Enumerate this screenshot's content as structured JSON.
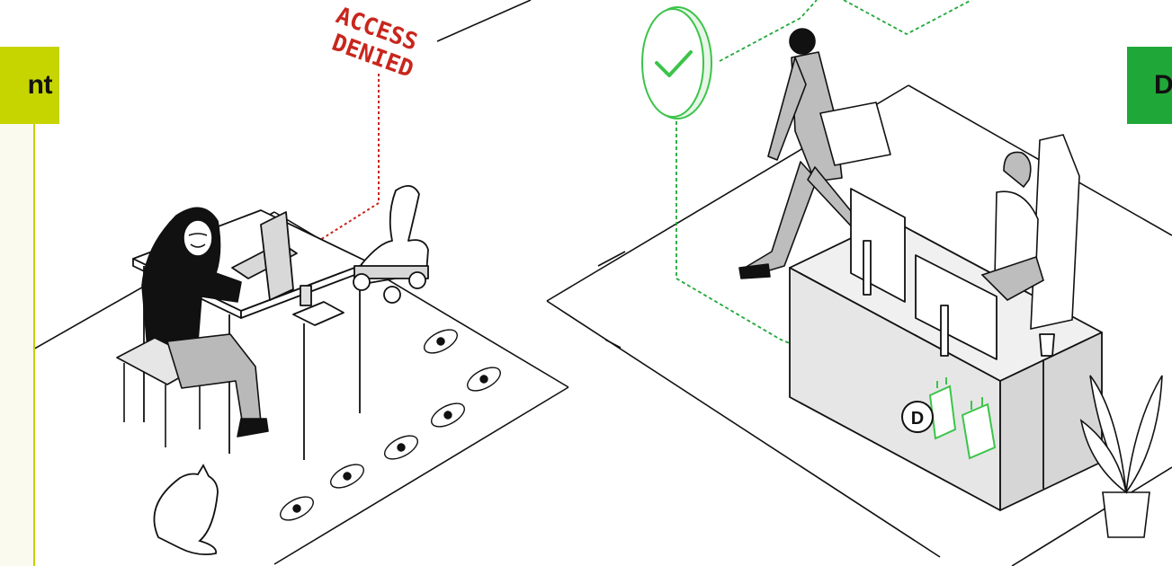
{
  "left_tab": {
    "label": "nt",
    "color": "#c6d400"
  },
  "right_tab": {
    "label": "D",
    "color": "#1fa838"
  },
  "access_denied": {
    "line1": "ACCESS",
    "line2": "DENIED",
    "color": "#c8261d"
  },
  "badge": {
    "label": "D"
  },
  "colors": {
    "ink": "#111111",
    "desk_fill": "#ffffff",
    "grey": "#b9b9b9",
    "light_grey": "#e6e6e6",
    "green": "#3cc44a",
    "panel": "#fafaee"
  }
}
